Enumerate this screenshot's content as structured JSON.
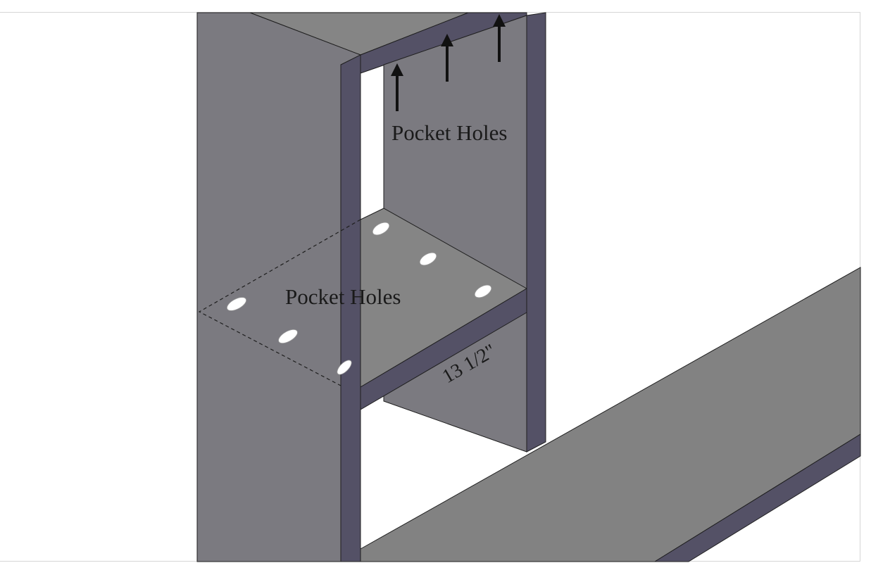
{
  "labels": {
    "pocket_holes_upper": "Pocket Holes",
    "pocket_holes_lower": "Pocket Holes",
    "shelf_dimension": "13 1/2\""
  },
  "colors": {
    "panel_face": "#7b7a80",
    "panel_edge": "#545166",
    "shelf_top": "#858585",
    "board_top": "#828282",
    "outline": "#1f1f1f",
    "hole": "#ffffff",
    "arrow": "#111111",
    "background": "#ffffff"
  }
}
